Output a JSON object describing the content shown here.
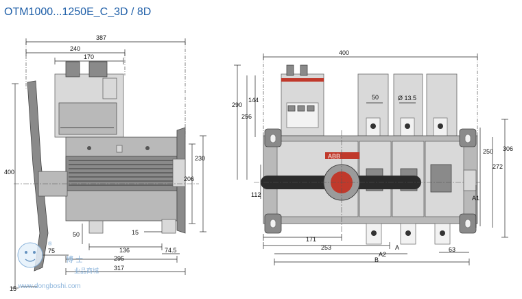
{
  "title": "OTM1000...1250E_C_3D / 8D",
  "side_view": {
    "dims": {
      "d387": "387",
      "d240": "240",
      "d170": "170",
      "d400": "400",
      "d230": "230",
      "d206": "206",
      "d15a": "15",
      "d50": "50",
      "d136": "136",
      "d74_5": "74.5",
      "d75": "75",
      "d295": "295",
      "d317": "317",
      "d15b": "15"
    }
  },
  "front_view": {
    "dims": {
      "d400": "400",
      "d290": "290",
      "d144": "144",
      "d256": "256",
      "d112": "112",
      "d50": "50",
      "d13_5": "Ø 13.5",
      "d250": "250",
      "d306": "306",
      "d272": "272",
      "a1": "A1",
      "d171": "171",
      "d253": "253",
      "a2": "A2",
      "a": "A",
      "b": "B",
      "d63": "63"
    },
    "brand_label": "ABB"
  },
  "watermark": {
    "line1": "博 士",
    "line2": "业品商城",
    "url": "www.dongboshi.com",
    "registered": "®"
  }
}
